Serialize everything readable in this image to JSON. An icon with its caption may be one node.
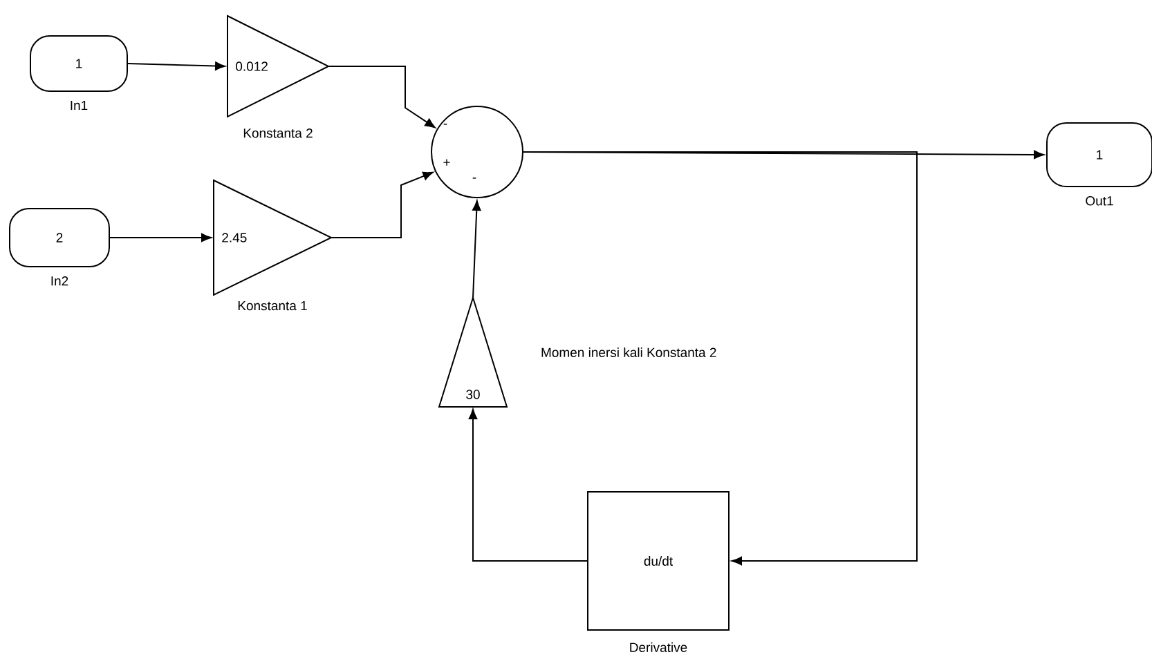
{
  "diagram": {
    "nodes": [
      {
        "text": [
          "1"
        ],
        "beside": [
          "In1"
        ]
      },
      {
        "text": [
          "0.012"
        ],
        "beside": [
          "Konstanta 2"
        ]
      },
      {
        "text": [
          "2"
        ],
        "beside": [
          "In2"
        ]
      },
      {
        "text": [
          "2.45"
        ],
        "beside": [
          "Konstanta 1"
        ]
      },
      {
        "text": [
          "-",
          "+",
          "-"
        ]
      },
      {
        "text": [
          "30"
        ],
        "beside": [
          "Momen inersi kali Konstanta 2"
        ]
      },
      {
        "text": [
          "du/dt"
        ],
        "beside": [
          "Derivative"
        ]
      },
      {
        "text": [
          "1"
        ],
        "beside": [
          "Out1"
        ]
      }
    ],
    "edges": [
      {
        "from": 0,
        "to": 1,
        "arrow": "to"
      },
      {
        "from": 2,
        "to": 3,
        "arrow": "to"
      },
      {
        "from": 1,
        "to": 4,
        "arrow": "to"
      },
      {
        "from": 3,
        "to": 4,
        "arrow": "to"
      },
      {
        "from": 5,
        "to": 4,
        "arrow": "to"
      },
      {
        "from": 4,
        "to": 7,
        "arrow": "to"
      },
      {
        "from": 4,
        "to": 6,
        "arrow": "to"
      },
      {
        "from": 6,
        "to": 5,
        "arrow": "to"
      }
    ]
  }
}
